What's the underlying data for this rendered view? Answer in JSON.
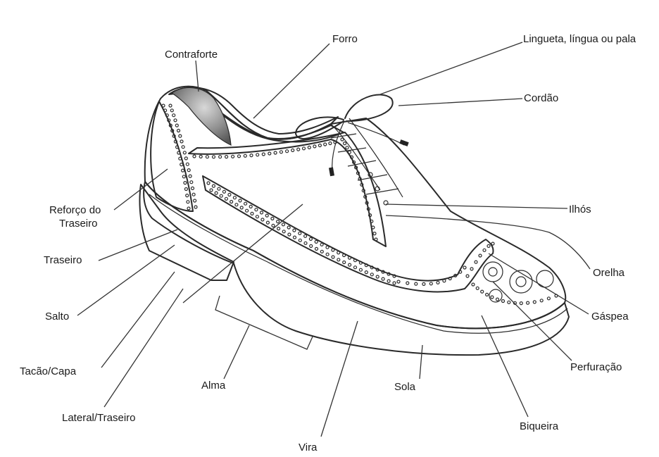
{
  "labels": {
    "forro": "Forro",
    "lingueta": "Lingueta, língua ou pala",
    "contraforte": "Contraforte",
    "cordao": "Cordão",
    "reforco_l1": "Reforço do",
    "reforco_l2": "Traseiro",
    "ilhos": "Ilhós",
    "traseiro": "Traseiro",
    "orelha": "Orelha",
    "salto": "Salto",
    "gaspea": "Gáspea",
    "tacao": "Tacão/Capa",
    "perfuracao": "Perfuração",
    "alma": "Alma",
    "sola": "Sola",
    "lateral": "Lateral/Traseiro",
    "biqueira": "Biqueira",
    "vira": "Vira"
  },
  "colors": {
    "line": "#2a2a2a",
    "sole_fill": "#d6d6d6",
    "upper_fill": "#f4f4f4",
    "lining_fill": "#cfcfcf",
    "counter_shade": "#8a8a8a"
  }
}
